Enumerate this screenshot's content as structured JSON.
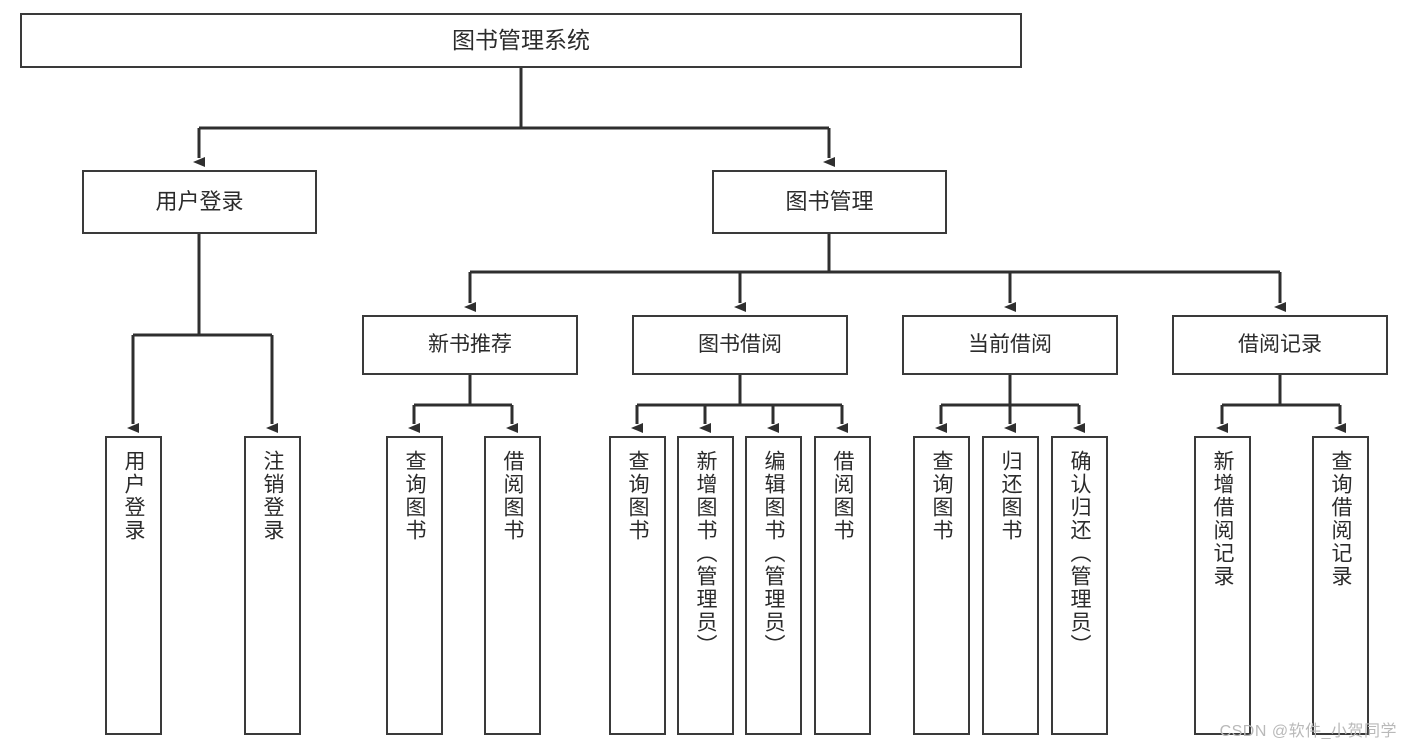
{
  "diagram": {
    "title_node": {
      "label": "图书管理系统"
    },
    "level1": [
      {
        "label": "用户登录"
      },
      {
        "label": "图书管理"
      }
    ],
    "level2": [
      {
        "label": "新书推荐"
      },
      {
        "label": "图书借阅"
      },
      {
        "label": "当前借阅"
      },
      {
        "label": "借阅记录"
      }
    ],
    "leaves": [
      {
        "label": "用户登录"
      },
      {
        "label": "注销登录"
      },
      {
        "label": "查询图书"
      },
      {
        "label": "借阅图书"
      },
      {
        "label": "查询图书"
      },
      {
        "label": "新增图书（管理员）"
      },
      {
        "label": "编辑图书（管理员）"
      },
      {
        "label": "借阅图书"
      },
      {
        "label": "查询图书"
      },
      {
        "label": "归还图书"
      },
      {
        "label": "确认归还（管理员）"
      },
      {
        "label": "新增借阅记录"
      },
      {
        "label": "查询借阅记录"
      }
    ]
  },
  "watermark": {
    "text": "CSDN @软件_小贺同学"
  },
  "colors": {
    "border": "#3a3a3a",
    "text": "#2b2b2b",
    "background": "#ffffff",
    "watermark": "#b9b9b9"
  }
}
